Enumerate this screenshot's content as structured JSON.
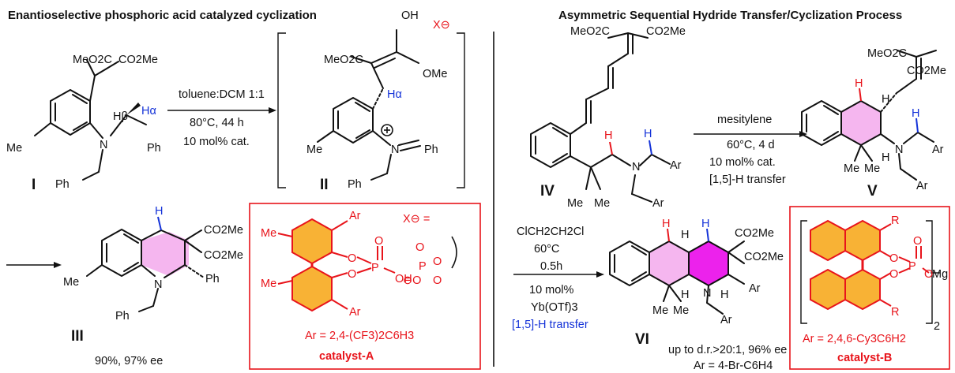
{
  "left_panel": {
    "title": "Enantioselective phosphoric acid catalyzed cyclization",
    "compound_labels": {
      "I": "I",
      "II": "II",
      "III": "III"
    },
    "conditions": [
      "toluene:DCM 1:1",
      "80°C, 44 h",
      "10 mol% cat."
    ],
    "substituents": {
      "meo2c": "MeO2C",
      "co2me": "CO2Me",
      "me": "Me",
      "ph": "Ph",
      "h_beta": "Hβ",
      "h_alpha": "Hα",
      "n": "N",
      "oh": "OH",
      "ome": "OMe",
      "x_anion": "X⊖"
    },
    "product_yield": "90%, 97% ee",
    "catalyst_box": {
      "anion_eq": "X⊖ =",
      "ar_def": "Ar = 2,4-(CF3)2C6H3",
      "name": "catalyst-A"
    }
  },
  "right_panel": {
    "title": "Asymmetric Sequential Hydride Transfer/Cyclization Process",
    "compound_labels": {
      "IV": "IV",
      "V": "V",
      "VI": "VI"
    },
    "conditions_top": [
      "mesitylene",
      "60°C, 4 d",
      "10 mol% cat.",
      "[1,5]-H transfer"
    ],
    "conditions_bottom": [
      "ClCH2CH2Cl",
      "60°C",
      "0.5h",
      "10 mol%",
      "Yb(OTf)3"
    ],
    "h_transfer_label": "[1,5]-H transfer",
    "product_result": "up to d.r.>20:1, 96% ee",
    "product_ar": "Ar = 4-Br-C6H4",
    "catalyst_box": {
      "ar_def": "Ar = 2,4,6-Cy3C6H2",
      "name": "catalyst-B",
      "metal": "Mg",
      "r": "R"
    }
  },
  "colors": {
    "red": "#e8141b",
    "blue": "#1432d8",
    "pink": "#f5b6ef",
    "magenta": "#ec22ec",
    "orange": "#f8b235",
    "text": "#111111"
  }
}
